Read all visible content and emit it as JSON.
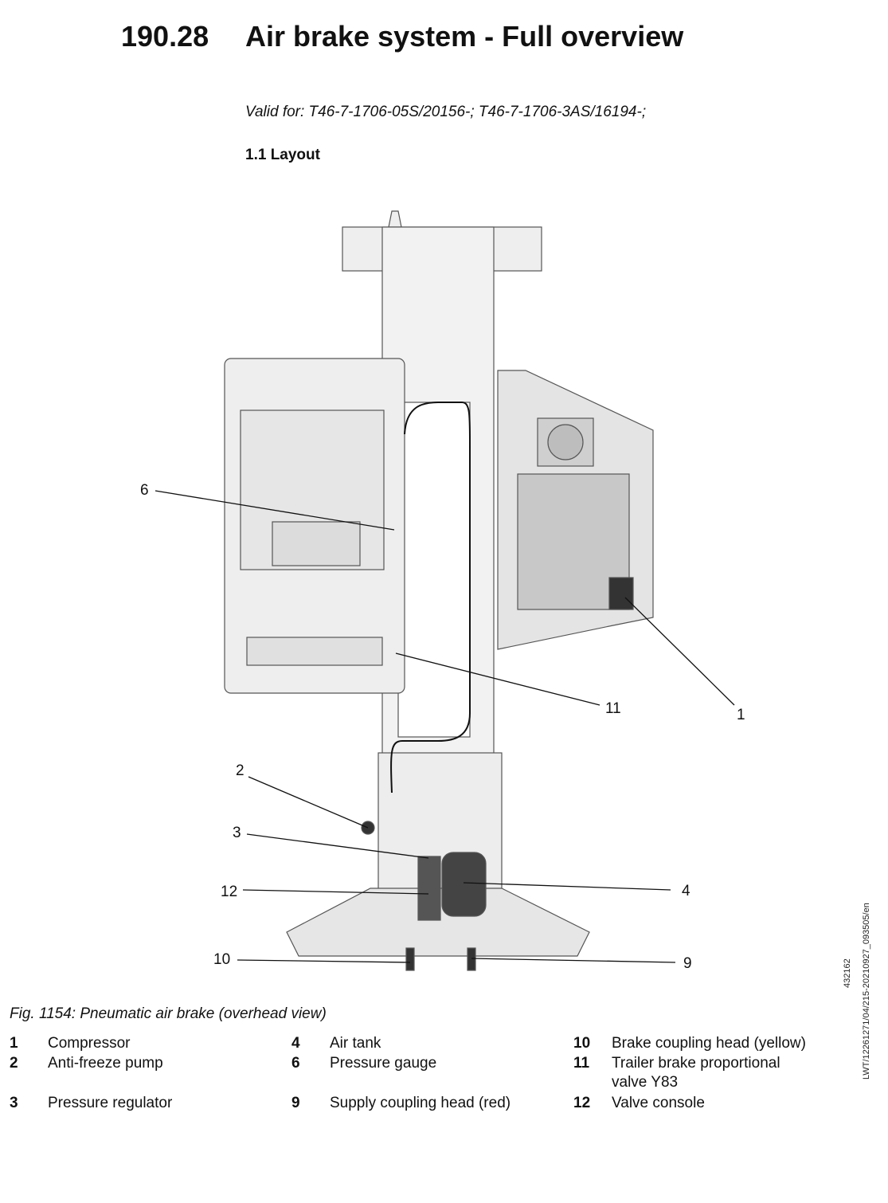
{
  "header": {
    "section_number": "190.28",
    "section_title": "Air brake system - Full overview"
  },
  "validity": "Valid for: T46-7-1706-05S/20156-; T46-7-1706-3AS/16194-;",
  "subheading": "1.1 Layout",
  "figure": {
    "callouts": [
      "6",
      "11",
      "1",
      "2",
      "3",
      "12",
      "4",
      "10",
      "9"
    ],
    "side_code": "432162",
    "side_reference": "LWT/12261271/04/215-20210927_093505/en"
  },
  "caption": "Fig. 1154: Pneumatic air brake (overhead view)",
  "legend": [
    {
      "num": "1",
      "label": "Compressor"
    },
    {
      "num": "2",
      "label": "Anti-freeze pump"
    },
    {
      "num": "3",
      "label": "Pressure regulator"
    },
    {
      "num": "4",
      "label": "Air tank"
    },
    {
      "num": "6",
      "label": "Pressure gauge"
    },
    {
      "num": "9",
      "label": "Supply coupling head (red)"
    },
    {
      "num": "10",
      "label": "Brake coupling head (yellow)"
    },
    {
      "num": "11",
      "label": "Trailer brake proportional valve Y83"
    },
    {
      "num": "12",
      "label": "Valve console"
    }
  ]
}
